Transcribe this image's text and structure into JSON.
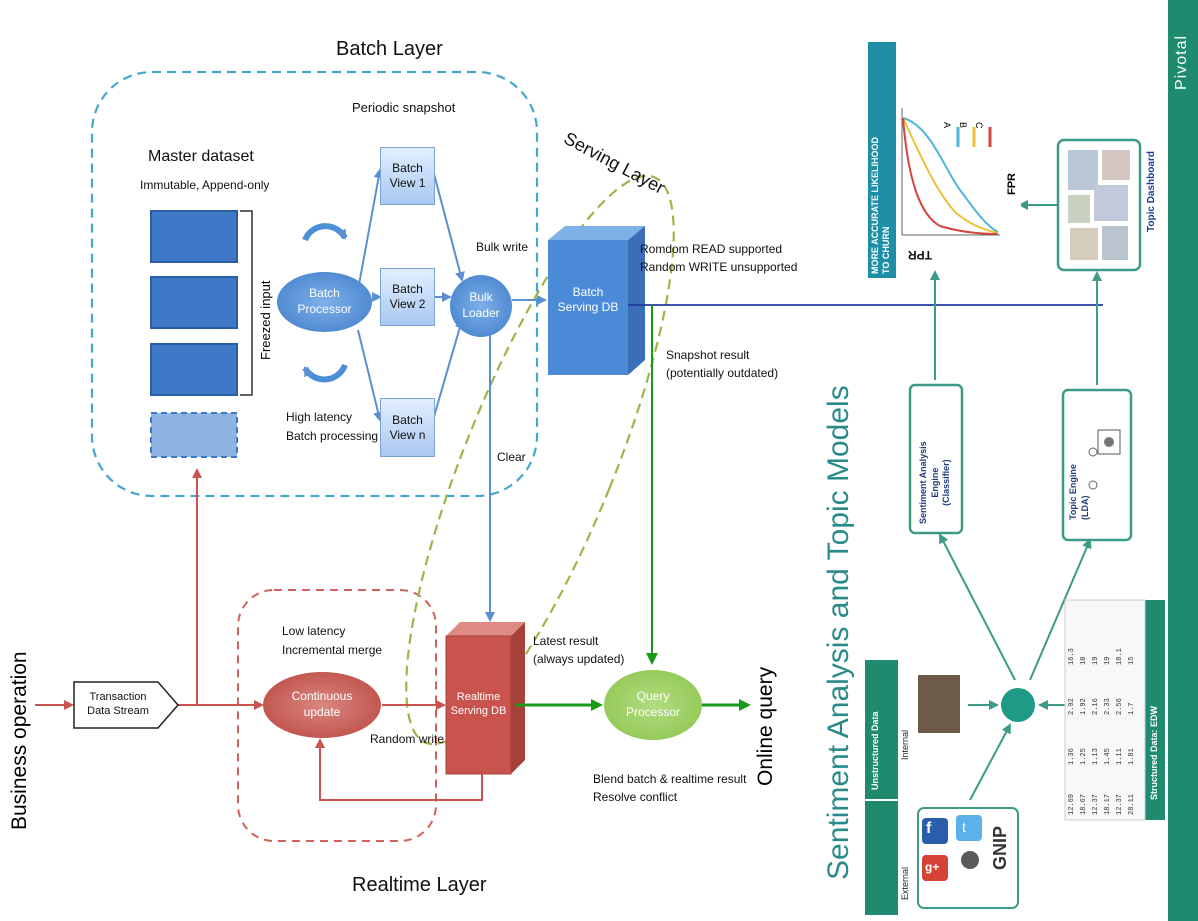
{
  "diagram": {
    "batch_layer_title": "Batch Layer",
    "serving_layer_title": "Serving Layer",
    "realtime_layer_title": "Realtime Layer",
    "master_dataset": "Master dataset",
    "immutable": "Immutable, Append-only",
    "freezed_input": "Freezed input",
    "periodic_snapshot": "Periodic snapshot",
    "batch_processor": [
      "Batch",
      "Processor"
    ],
    "batch_view_1": [
      "Batch",
      "View 1"
    ],
    "batch_view_2": [
      "Batch",
      "View 2"
    ],
    "batch_view_n": [
      "Batch",
      "View n"
    ],
    "high_latency": [
      "High latency",
      "Batch processing"
    ],
    "bulk_write": "Bulk write",
    "bulk_loader": [
      "Bulk",
      "Loader"
    ],
    "batch_serving_db": [
      "Batch",
      "Serving DB"
    ],
    "random_read": [
      "Romdom READ supported",
      "Random WRITE unsupported"
    ],
    "snapshot_result": [
      "Snapshot result",
      "(potentially outdated)"
    ],
    "clear": "Clear",
    "business_operation": "Business operation",
    "transaction_stream": [
      "Transaction",
      "Data Stream"
    ],
    "low_latency": [
      "Low latency",
      "Incremental merge"
    ],
    "continuous_update": [
      "Continuous",
      "update"
    ],
    "random_write": "Random write",
    "realtime_serving_db": [
      "Realtime",
      "Serving DB"
    ],
    "latest_result": [
      "Latest result",
      "(always updated)"
    ],
    "query_processor": [
      "Query",
      "Processor"
    ],
    "blend": [
      "Blend batch & realtime result",
      "Resolve conflict"
    ],
    "online_query": "Online query"
  },
  "slide": {
    "title": "Sentiment Analysis and Topic Models",
    "brand": "Pivotal",
    "chart_caption": [
      "MORE ACCURATE LIKELIHOOD",
      "TO CHURN"
    ],
    "tpr_label": "TPR",
    "fpr_label": "FPR",
    "legend": [
      "A",
      "B",
      "C"
    ],
    "topic_dashboard": "Topic Dashboard",
    "sentiment_engine": [
      "Sentiment Analysis",
      "Engine",
      "(Classifier)"
    ],
    "topic_engine": [
      "Topic Engine",
      "(LDA)"
    ],
    "unstructured_data": "Unstructured Data",
    "external": "External",
    "internal": "Internal",
    "structured_data": "Structured Data: EDW",
    "gnip": "GNIP",
    "table_rows": [
      [
        "12.69",
        "1.36",
        "2.02",
        "16.3"
      ],
      [
        "18.67",
        "1.25",
        "1.92",
        "18"
      ],
      [
        "12.37",
        "1.13",
        "2.16",
        "19"
      ],
      [
        "18.17",
        "1.45",
        "2.33",
        "19"
      ],
      [
        "12.37",
        "1.11",
        "2.56",
        "18.1"
      ],
      [
        "28.11",
        "1.81",
        "1.7",
        "15"
      ]
    ]
  },
  "colors": {
    "batch_blue": "#4a90d9",
    "serving_green": "#8db33a",
    "realtime_red": "#c9544d",
    "query_green": "#8bc34a",
    "teal": "#2e8b7a",
    "pivotal_bar": "#1f8b6e"
  }
}
